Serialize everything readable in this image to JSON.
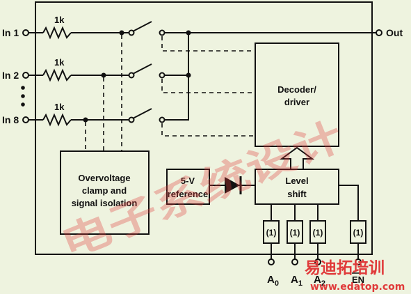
{
  "inputs": {
    "in1": "In 1",
    "in2": "In 2",
    "in8": "In 8"
  },
  "resistors": {
    "r1": "1k",
    "r2": "1k",
    "r8": "1k"
  },
  "output": "Out",
  "blocks": {
    "decoder": [
      "Decoder/",
      "driver"
    ],
    "overvoltage": [
      "Overvoltage",
      "clamp and",
      "signal isolation"
    ],
    "reference": [
      "5-V",
      "reference"
    ],
    "level_shift": [
      "Level",
      "shift"
    ]
  },
  "buffers": [
    "(1)",
    "(1)",
    "(1)",
    "(1)"
  ],
  "control_pins": [
    {
      "main": "A",
      "sub": "0"
    },
    {
      "main": "A",
      "sub": "1"
    },
    {
      "main": "A",
      "sub": "2"
    },
    {
      "main": "EN",
      "sub": ""
    }
  ],
  "watermark": {
    "main": "电子系统设计",
    "corner": "易迪拓培训",
    "url": "www.edatop.com",
    "color": "#e03a3a"
  }
}
